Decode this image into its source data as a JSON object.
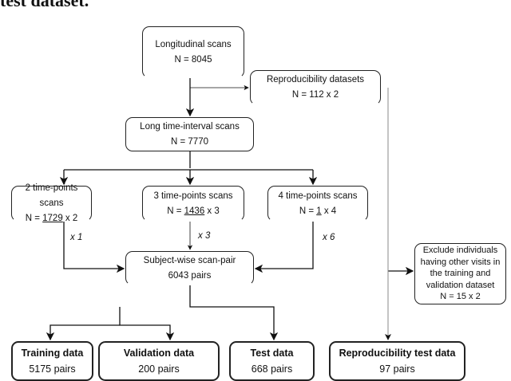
{
  "caption_fragment": "test dataset.",
  "nodes": {
    "longitudinal": {
      "title": "Longitudinal scans",
      "value": "N = 8045"
    },
    "repro_datasets": {
      "title": "Reproducibility datasets",
      "value": "N = 112 x 2"
    },
    "long_interval": {
      "title": "Long time-interval scans",
      "value": "N = 7770"
    },
    "tp2": {
      "title": "2 time-points scans",
      "prefix": "N = ",
      "count": "1729",
      "suffix": " x 2"
    },
    "tp3": {
      "title": "3 time-points scans",
      "prefix": "N = ",
      "count": "1436",
      "suffix": " x 3"
    },
    "tp4": {
      "title": "4 time-points scans",
      "prefix": "N = ",
      "count": "1",
      "suffix": " x 4"
    },
    "subject_pairs": {
      "title": "Subject-wise scan-pair",
      "value": "6043 pairs"
    },
    "exclude": {
      "lines": [
        "Exclude individuals",
        "having other visits in",
        "the training and",
        "validation dataset",
        "N = 15 x 2"
      ]
    },
    "training": {
      "title": "Training data",
      "value": "5175 pairs"
    },
    "validation": {
      "title": "Validation data",
      "value": "200 pairs"
    },
    "test": {
      "title": "Test data",
      "value": "668 pairs"
    },
    "repro_test": {
      "title": "Reproducibility test data",
      "value": "97 pairs"
    }
  },
  "edge_labels": {
    "tp2": "x 1",
    "tp3": "x 3",
    "tp4": "x 6"
  }
}
